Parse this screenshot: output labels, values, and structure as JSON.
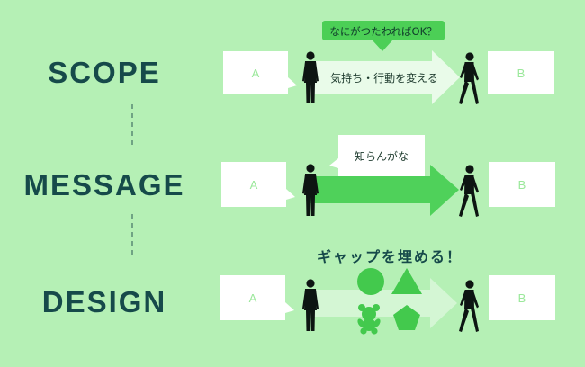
{
  "rows": [
    {
      "label": "SCOPE",
      "left": "A",
      "right": "B",
      "arrow_text": "気持ち・行動を変える",
      "callout": "なにがつたわればOK？"
    },
    {
      "label": "MESSAGE",
      "left": "A",
      "right": "B",
      "bubble": "知らんがな"
    },
    {
      "label": "DESIGN",
      "left": "A",
      "right": "B",
      "heading": "ギャップを埋める！"
    }
  ],
  "colors": {
    "background": "#b5f0b5",
    "label": "#164a4a",
    "box": "#ffffff",
    "box_letter": "#9be89b",
    "arrow_light": "#e9fbe9",
    "arrow_strong": "#4fd15a",
    "arrow_faint": "#d4f6d4",
    "callout": "#4ccf56",
    "shapes": "#43c94d",
    "figure": "#0d1512",
    "divider": "#4a7a6a"
  },
  "icons": [
    "standing-person-icon",
    "walking-person-icon",
    "circle-icon",
    "triangle-icon",
    "bear-icon",
    "pentagon-icon"
  ]
}
